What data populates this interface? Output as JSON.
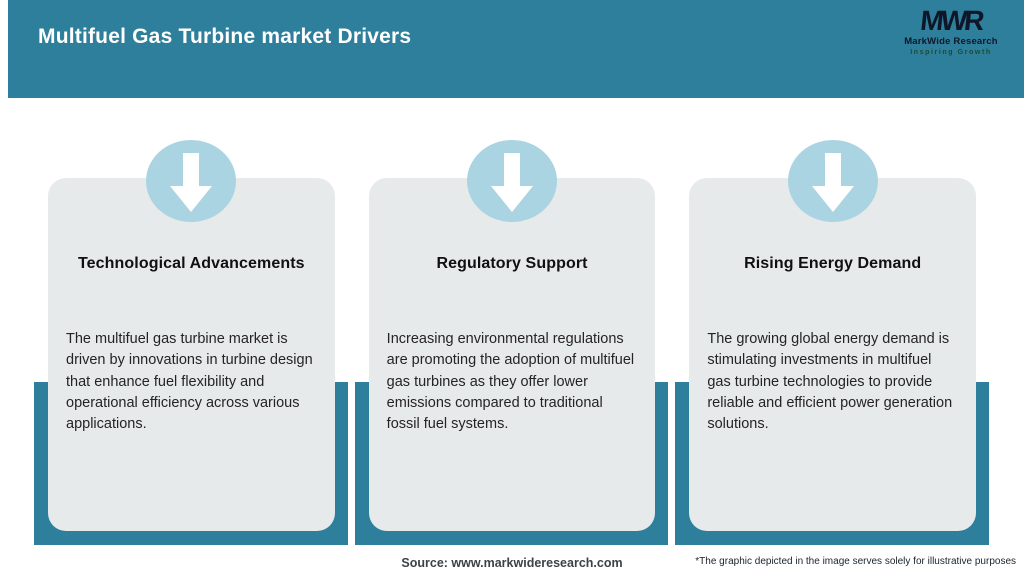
{
  "header": {
    "title": "Multifuel Gas Turbine market Drivers",
    "logo": {
      "acronym": "MWR",
      "name": "MarkWide Research",
      "tagline": "Inspiring Growth"
    }
  },
  "cards": [
    {
      "icon": "arrow-down-icon",
      "title": "Technological Advancements",
      "body": "The multifuel gas turbine market is driven by innovations in turbine design that enhance fuel flexibility and operational efficiency across various applications."
    },
    {
      "icon": "arrow-down-icon",
      "title": "Regulatory Support",
      "body": "Increasing environmental regulations are promoting the adoption of multifuel gas turbines as they offer lower emissions compared to traditional fossil fuel systems."
    },
    {
      "icon": "arrow-down-icon",
      "title": "Rising Energy Demand",
      "body": "The growing global energy demand is stimulating investments in multifuel gas turbine technologies to provide reliable and efficient power generation solutions."
    }
  ],
  "footer": {
    "source": "Source: www.markwideresearch.com",
    "disclaimer": "*The graphic depicted in the image serves solely for illustrative purposes"
  },
  "colors": {
    "accent_teal": "#2E7F9B",
    "card_background": "#E7EAEB",
    "badge_blue": "#ABD4E3",
    "header_text": "#FFFFFF",
    "body_text": "#242424",
    "logo_navy": "#0E1728",
    "tagline_green": "#1C4A33"
  }
}
